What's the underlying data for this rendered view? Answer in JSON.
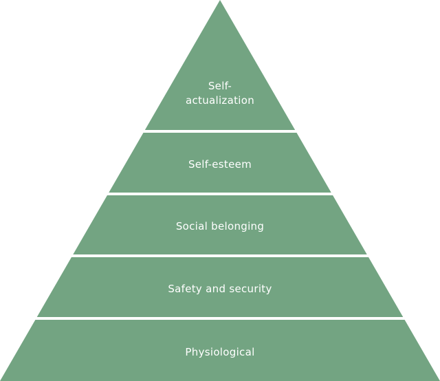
{
  "diagram": {
    "fill_color": "#73a482",
    "divider_color": "#ffffff",
    "text_color": "#ffffff",
    "levels": [
      {
        "name": "self-actualization",
        "lines": [
          "Self-",
          "actualization"
        ]
      },
      {
        "name": "self-esteem",
        "lines": [
          "Self-esteem"
        ]
      },
      {
        "name": "social-belonging",
        "lines": [
          "Social belonging"
        ]
      },
      {
        "name": "safety-and-security",
        "lines": [
          "Safety and security"
        ]
      },
      {
        "name": "physiological",
        "lines": [
          "Physiological"
        ]
      }
    ]
  }
}
